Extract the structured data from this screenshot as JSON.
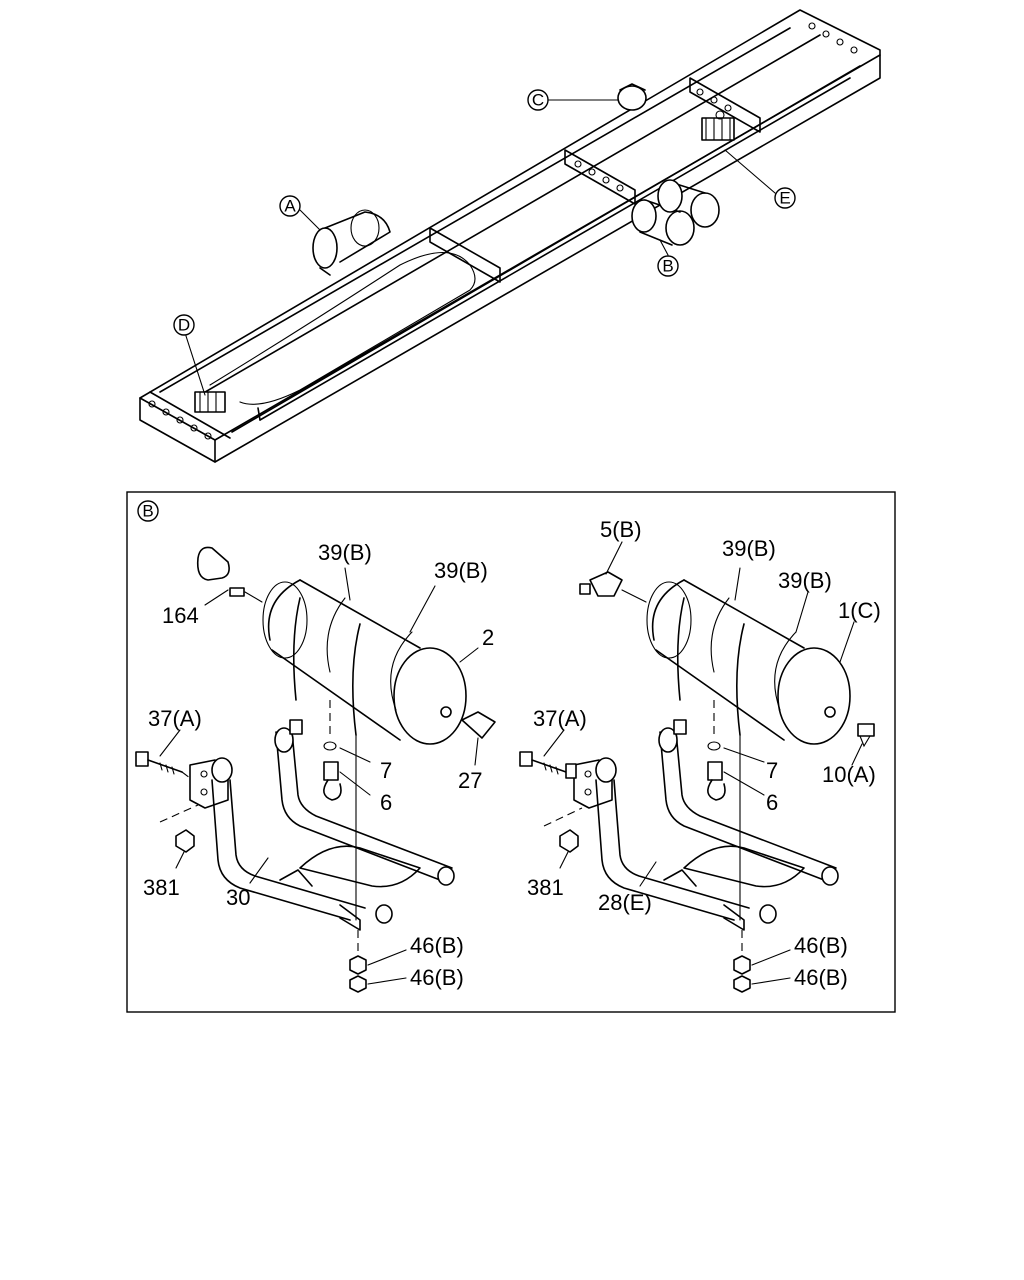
{
  "overview": {
    "callouts": {
      "a": "A",
      "b": "B",
      "c": "C",
      "d": "D",
      "e": "E"
    }
  },
  "detail": {
    "frame_marker": "B",
    "left_assembly": {
      "part_164": "164",
      "part_39b_top": "39(B)",
      "part_39b_right": "39(B)",
      "part_2": "2",
      "part_37a": "37(A)",
      "part_7": "7",
      "part_6": "6",
      "part_27": "27",
      "part_381": "381",
      "part_30": "30",
      "part_46b_upper": "46(B)",
      "part_46b_lower": "46(B)"
    },
    "right_assembly": {
      "part_5b": "5(B)",
      "part_39b_top": "39(B)",
      "part_39b_right": "39(B)",
      "part_1c": "1(C)",
      "part_37a": "37(A)",
      "part_7": "7",
      "part_6": "6",
      "part_10a": "10(A)",
      "part_381": "381",
      "part_28e": "28(E)",
      "part_46b_upper": "46(B)",
      "part_46b_lower": "46(B)"
    }
  }
}
